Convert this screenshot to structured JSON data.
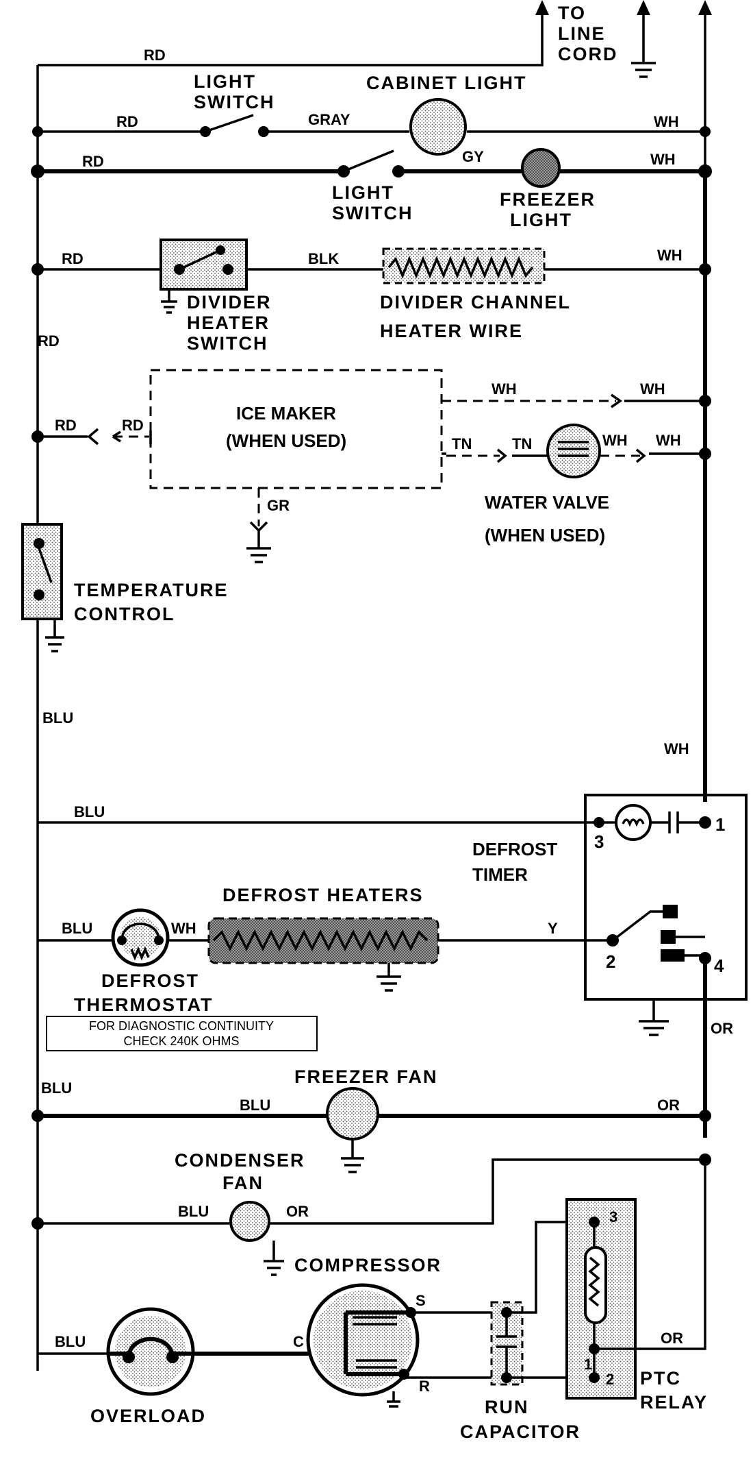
{
  "labels": {
    "to_line_cord": [
      "TO",
      "LINE",
      "CORD"
    ],
    "cabinet_light": "CABINET LIGHT",
    "light_switch_top": [
      "LIGHT",
      "SWITCH"
    ],
    "light_switch_bottom": [
      "LIGHT",
      "SWITCH"
    ],
    "freezer_light": [
      "FREEZER",
      "LIGHT"
    ],
    "divider_heater_switch": [
      "DIVIDER",
      "HEATER",
      "SWITCH"
    ],
    "divider_channel_heater_wire": [
      "DIVIDER CHANNEL",
      "HEATER WIRE"
    ],
    "ice_maker": [
      "ICE MAKER",
      "(WHEN USED)"
    ],
    "water_valve": [
      "WATER VALVE",
      "(WHEN USED)"
    ],
    "temperature_control": [
      "TEMPERATURE",
      "CONTROL"
    ],
    "defrost_timer": [
      "DEFROST",
      "TIMER"
    ],
    "defrost_heaters": "DEFROST HEATERS",
    "defrost_thermostat": [
      "DEFROST",
      "THERMOSTAT"
    ],
    "diagnostic_note": [
      "FOR DIAGNOSTIC CONTINUITY",
      "CHECK 240K OHMS"
    ],
    "freezer_fan": "FREEZER FAN",
    "condenser_fan": [
      "CONDENSER",
      "FAN"
    ],
    "compressor": "COMPRESSOR",
    "overload": "OVERLOAD",
    "run_capacitor": [
      "RUN",
      "CAPACITOR"
    ],
    "ptc_relay": [
      "PTC",
      "RELAY"
    ]
  },
  "wires": {
    "rd": "RD",
    "wh": "WH",
    "gray": "GRAY",
    "gy": "GY",
    "blk": "BLK",
    "tn": "TN",
    "gr": "GR",
    "blu": "BLU",
    "y": "Y",
    "or": "OR"
  },
  "terminals": {
    "timer": [
      "1",
      "2",
      "3",
      "4"
    ],
    "compressor": [
      "C",
      "S",
      "R"
    ],
    "ptc": [
      "3",
      "1",
      "2"
    ]
  }
}
